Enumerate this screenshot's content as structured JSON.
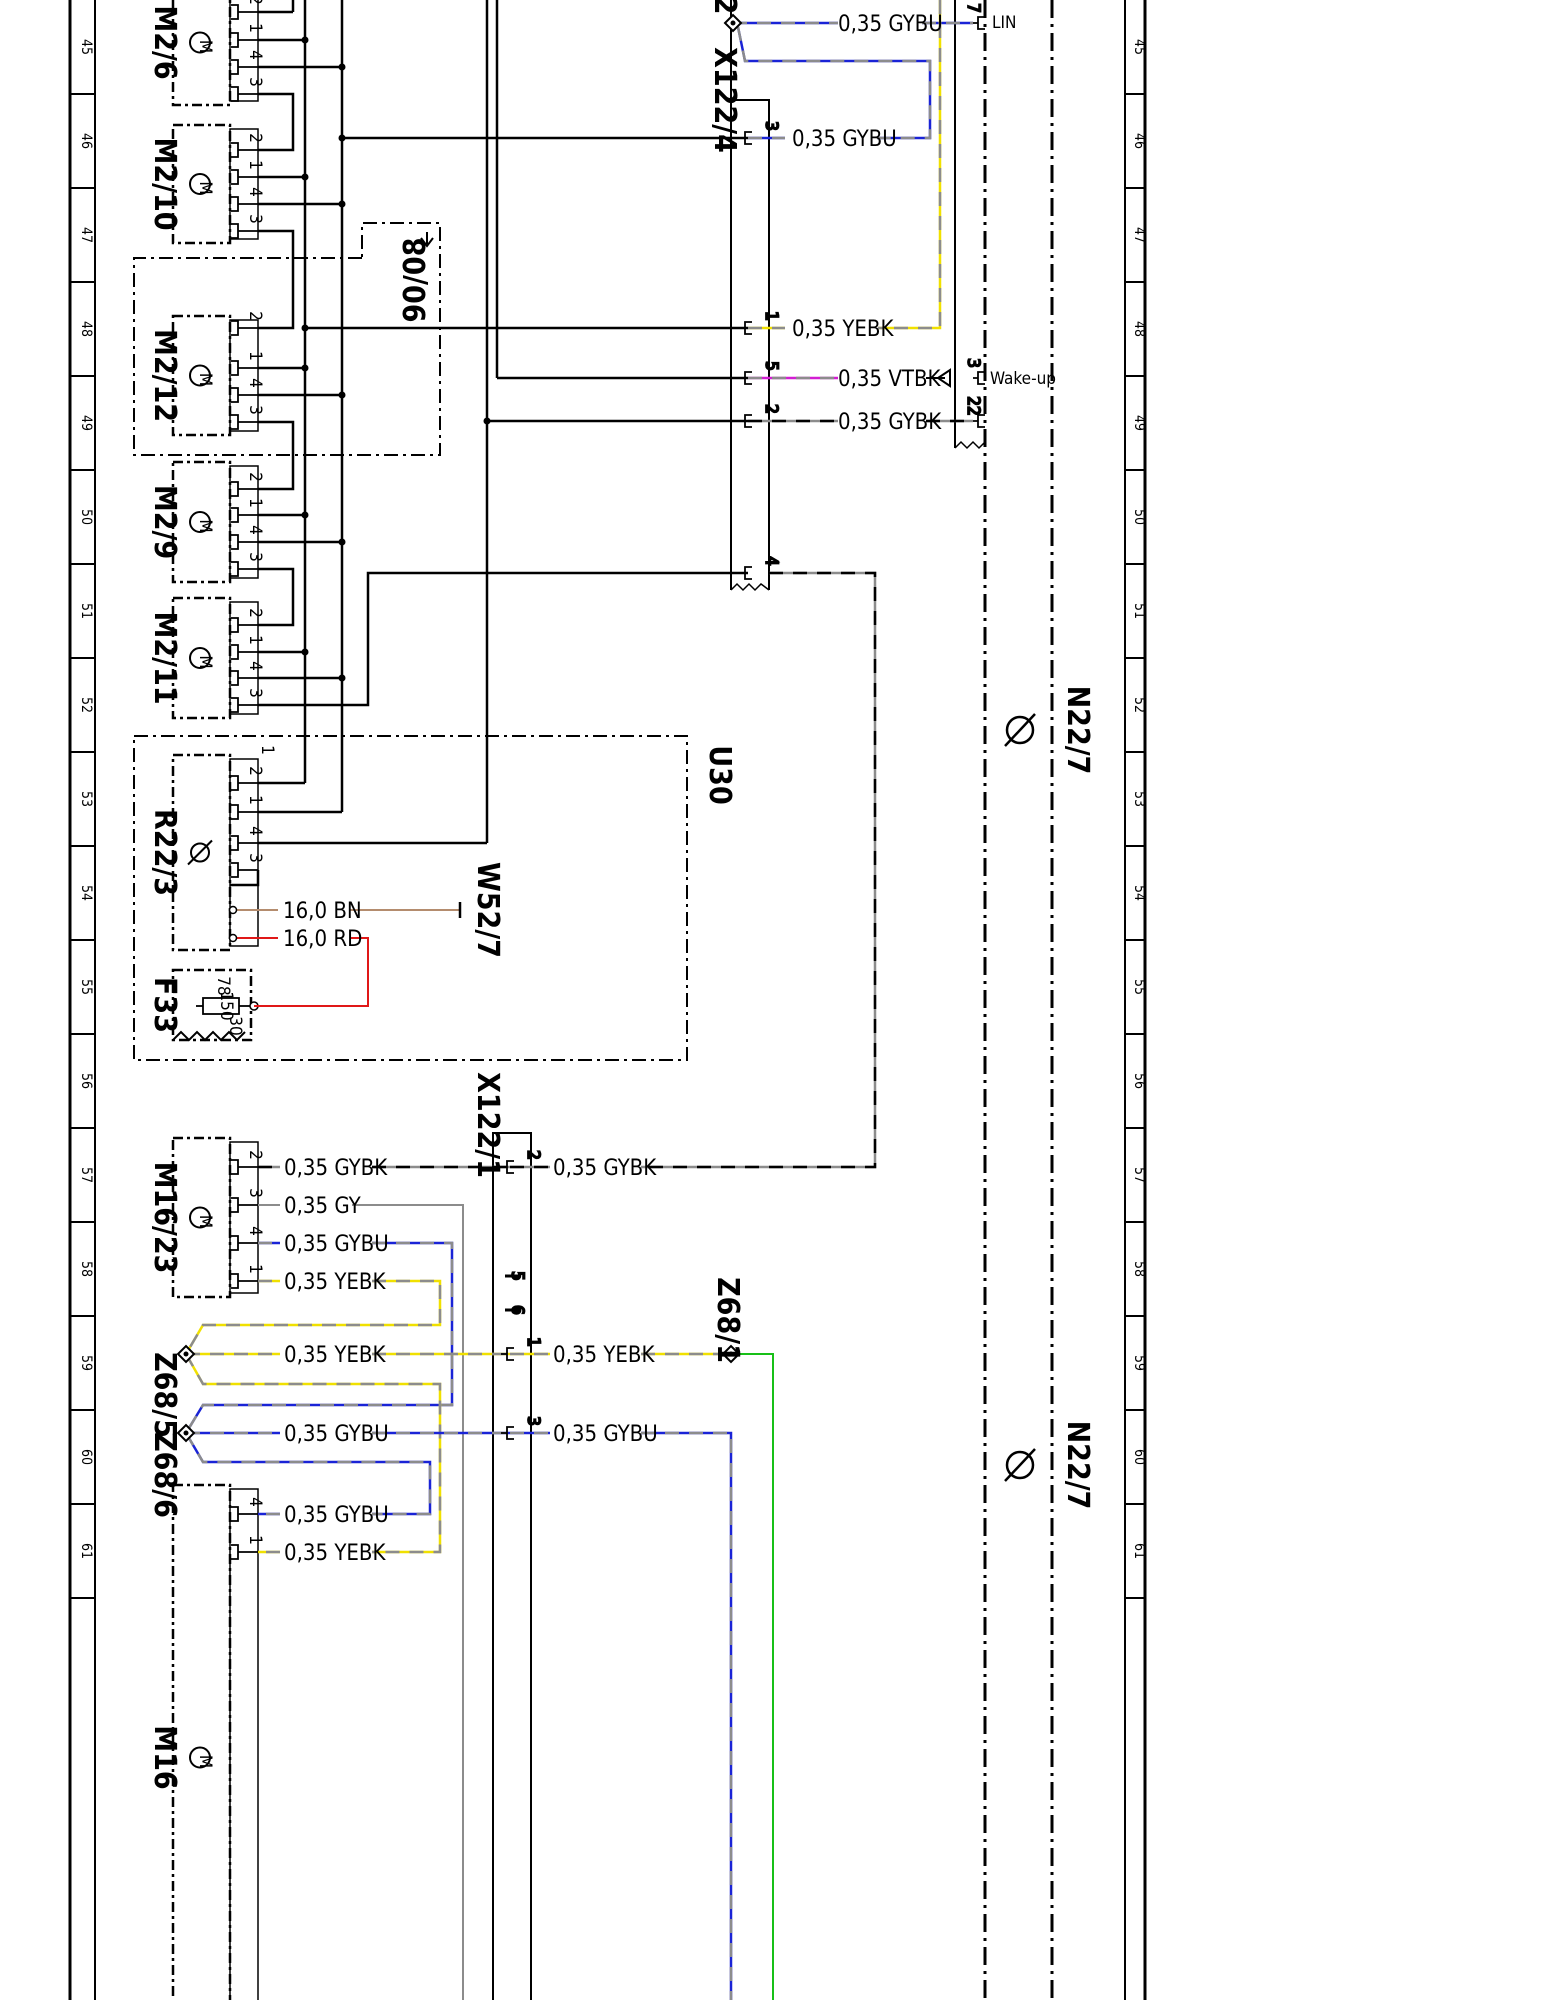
{
  "colors": {
    "black": "#000000",
    "blue": "#1a23d6",
    "yellow": "#f0e000",
    "gray": "#8c8c8c",
    "red": "#e01818",
    "brown": "#b48c6e",
    "violet": "#d21ed2",
    "green": "#18c018"
  },
  "ruler": {
    "ticks": [
      "45",
      "46",
      "47",
      "48",
      "49",
      "50",
      "51",
      "52",
      "53",
      "54",
      "55",
      "56",
      "57",
      "58",
      "59",
      "60",
      "61"
    ]
  },
  "components": {
    "M2_6": "M2/6",
    "M2_10": "M2/10",
    "M2_12": "M2/12",
    "M2_9": "M2/9",
    "M2_11": "M2/11",
    "R22_3": "R22/3",
    "F33": "F33",
    "M16_23": "M16/23",
    "Z68_5": "Z68/5",
    "Z68_6": "Z68/6",
    "M16_partial": "M16",
    "U30": "U30",
    "W52_7": "W52/7",
    "ref_90_08": "90/08",
    "X122_4": "X122/4",
    "X122_1": "X122/1",
    "Z68_1": "Z68/1",
    "N22_7_a": "N22/7",
    "N22_7_b": "N22/7",
    "top_partial": "2"
  },
  "motor_pins": [
    "2",
    "1",
    "4",
    "3"
  ],
  "m16_pins": [
    "2",
    "3",
    "4",
    "1"
  ],
  "m16b_pins": [
    "4",
    "1"
  ],
  "x122_4_pins": [
    "3",
    "1",
    "5",
    "2",
    "4"
  ],
  "x122_1_pins": [
    "2",
    "5",
    "6",
    "1",
    "3"
  ],
  "n22_pins": [
    "7",
    "3",
    "22"
  ],
  "fuse": {
    "value": "150",
    "pin_top": "78",
    "pin_bottom": "30"
  },
  "r22_pin1": "1",
  "wires": {
    "w_top_gybu": "0,35 GYBU",
    "w_x4_3": "0,35 GYBU",
    "w_x4_1": "0,35 YEBK",
    "w_x4_5": "0,35 VTBK",
    "w_x4_2": "0,35 GYBK",
    "w_bn": "16,0 BN",
    "w_rd": "16,0 RD",
    "w_m16_2": "0,35 GYBK",
    "w_m16_3": "0,35 GY",
    "w_m16_4": "0,35 GYBU",
    "w_m16_1": "0,35 YEBK",
    "w_z5": "0,35 YEBK",
    "w_z6": "0,35 GYBU",
    "w_x1_2": "0,35 GYBK",
    "w_x1_1": "0,35 YEBK",
    "w_x1_3": "0,35 GYBU",
    "w_m16b_4": "0,35 GYBU",
    "w_m16b_1": "0,35 YEBK"
  },
  "signals": {
    "lin": "LIN",
    "wake": "Wake-up"
  }
}
